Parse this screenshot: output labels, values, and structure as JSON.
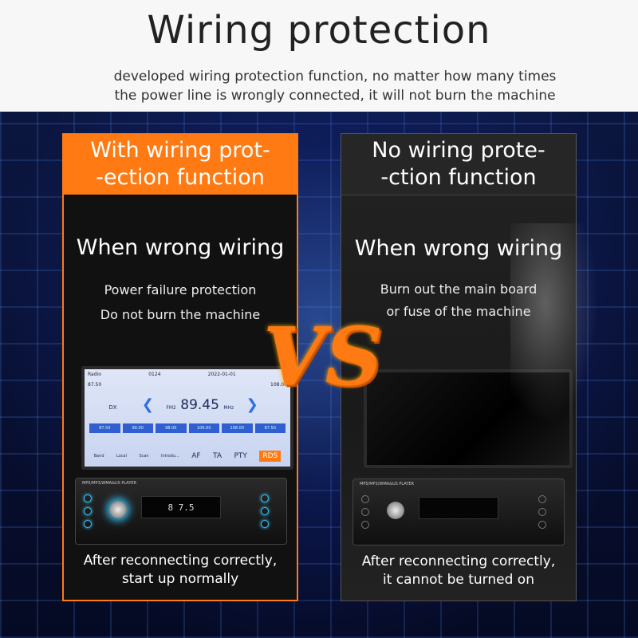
{
  "header": {
    "title": "Wiring protection",
    "subtitle_line1": "developed wiring protection function, no matter how many times",
    "subtitle_line2": "the power line is wrongly connected, it will not burn the machine"
  },
  "left_panel": {
    "heading_line1": "With wiring prot-",
    "heading_line2": "-ection function",
    "condition": "When wrong wiring",
    "desc_line1": "Power failure protection",
    "desc_line2": "Do not burn the machine",
    "footer_line1": "After reconnecting correctly,",
    "footer_line2": "start up normally",
    "radio": {
      "top_left": "Radio",
      "time": "0124",
      "date": "2022-01-01",
      "band_low": "87.50",
      "band_high": "108.00",
      "dx": "DX",
      "fm": "FM2",
      "frequency": "89.45",
      "unit": "MHz",
      "presets": [
        "87.50",
        "90.00",
        "98.00",
        "106.00",
        "108.00",
        "87.50"
      ],
      "bottom_buttons": [
        "Band",
        "Local",
        "Scan",
        "Introdu...",
        "AF",
        "TA",
        "PTY",
        "RDS"
      ],
      "plate_label": "MP5/MP3/WMA&US PLAYER",
      "lcd_text": "8 7.5"
    }
  },
  "right_panel": {
    "heading_line1": "No wiring prote-",
    "heading_line2": "-ction function",
    "condition": "When wrong wiring",
    "desc_line1": "Burn out the main board",
    "desc_line2": "or fuse of the machine",
    "footer_line1": "After reconnecting correctly,",
    "footer_line2": "it cannot be turned on",
    "plate_label": "MP5/MP3/WMA&US PLAYER"
  },
  "vs_label": "VS",
  "colors": {
    "accent": "#ff7a12",
    "glow": "#38c8ff"
  }
}
